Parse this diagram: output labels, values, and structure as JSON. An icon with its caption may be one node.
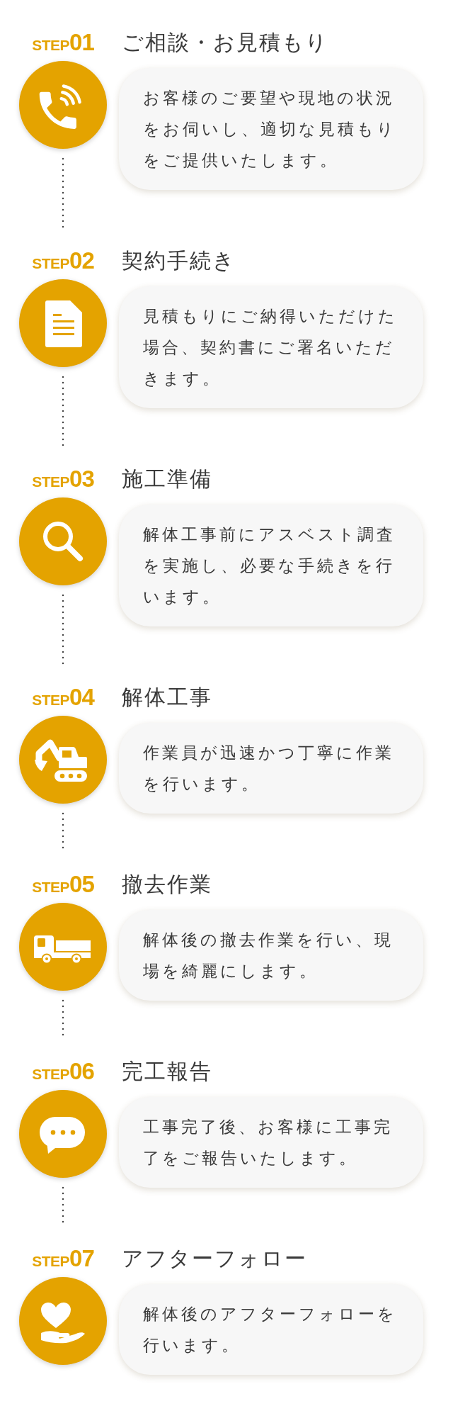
{
  "diagram": {
    "nodes": [
      {
        "text": [
          "STEP01"
        ]
      },
      {
        "text": [
          "ご相談・お見積もり",
          "お客様のご要望や現地の状況をお伺いし、適切な見積もりをご提供いたします。"
        ]
      },
      {
        "text": [
          "STEP02"
        ]
      },
      {
        "text": [
          "契約手続き",
          "見積もりにご納得いただけた場合、契約書にご署名いただきます。"
        ]
      },
      {
        "text": [
          "STEP03"
        ]
      },
      {
        "text": [
          "施工準備",
          "解体工事前にアスベスト調査を実施し、必要な手続きを行います。"
        ]
      },
      {
        "text": [
          "STEP04"
        ]
      },
      {
        "text": [
          "解体工事",
          "作業員が迅速かつ丁寧に作業を行います。"
        ]
      },
      {
        "text": [
          "STEP05"
        ]
      },
      {
        "text": [
          "撤去作業",
          "解体後の撤去作業を行い、現場を綺麗にします。"
        ]
      },
      {
        "text": [
          "STEP06"
        ]
      },
      {
        "text": [
          "完工報告",
          "工事完了後、お客様に工事完了をご報告いたします。"
        ]
      },
      {
        "text": [
          "STEP07"
        ]
      },
      {
        "text": [
          "アフターフォロー",
          "解体後のアフターフォローを行います。"
        ]
      }
    ],
    "edges": [
      {
        "from": 0,
        "to": 2,
        "arrow": "none",
        "style": "dashed"
      },
      {
        "from": 2,
        "to": 4,
        "arrow": "none",
        "style": "dashed"
      },
      {
        "from": 4,
        "to": 6,
        "arrow": "none",
        "style": "dashed"
      },
      {
        "from": 6,
        "to": 8,
        "arrow": "none",
        "style": "dashed"
      },
      {
        "from": 8,
        "to": 10,
        "arrow": "none",
        "style": "dashed"
      },
      {
        "from": 10,
        "to": 12,
        "arrow": "none",
        "style": "dashed"
      }
    ]
  }
}
